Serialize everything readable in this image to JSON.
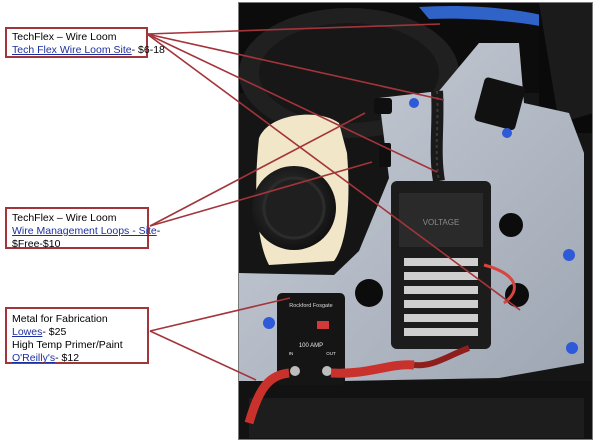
{
  "callouts": {
    "techflex_loom": {
      "title": "TechFlex – Wire Loom",
      "link_text": "Tech Flex Wire Loom Site",
      "price": "- $6-18"
    },
    "techflex_loops": {
      "title": "TechFlex – Wire Loom",
      "link_text": "Wire Management Loops - Site",
      "suffix": "-",
      "price": "$Free-$10"
    },
    "metal": {
      "title": "Metal for Fabrication",
      "link1_text": "Lowes",
      "price1": "- $25",
      "line2": "High Temp Primer/Paint",
      "link2_text": "O'Reilly's",
      "price2": "- $12"
    }
  },
  "photo": {
    "breaker_brand": "Rockford Fosgate",
    "breaker_rating": "100 AMP",
    "breaker_in": "IN",
    "breaker_out": "OUT",
    "fuse_block_label": "VOLTAGE"
  },
  "colors": {
    "callout_border": "#a3343a",
    "leader_line": "#a3343a",
    "link": "#1c2fa0",
    "panel": "#b8bfcc"
  }
}
